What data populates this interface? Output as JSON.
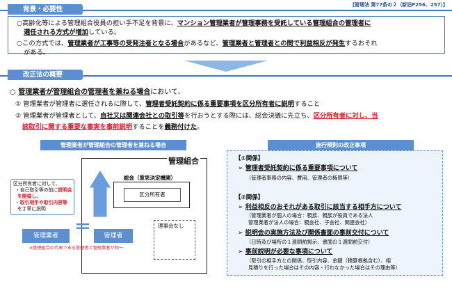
{
  "reference": "【管理法 第77条の２（新旧P256、257）】",
  "background": {
    "tag": "背景・必要性",
    "line1_a": "○高齢化等による管理組合役員の担い手不足を背景に、",
    "line1_b": "マンション管理業者が管理事務を受託している管理組合の管理者に",
    "line2_a": "選任される方式が増加",
    "line2_b": "している。",
    "line3_a": "○この方式では、",
    "line3_b": "管理業者が工事等の受発注者となる場合",
    "line3_c": "があるなど、",
    "line3_d": "管理業者と管理者との間で利益相反が発生",
    "line3_e": "するおそれ",
    "line4": "がある。"
  },
  "revision": {
    "tag": "改正法の概要",
    "l1_a": "○ ",
    "l1_b": "管理業者が管理組合の管理者を兼ねる場合",
    "l1_c": "において、",
    "l2_a": "① 管理業者が管理者に選任されるに際して、",
    "l2_b": "管理者受託契約に係る重要事項を区分所有者に説明",
    "l2_c": "すること",
    "l3_a": "② 管理業者が管理者として、",
    "l3_b": "自社又は関連会社との取引等",
    "l3_c": "を行おうとする際には、総会決議に先立ち、",
    "l3_d": "区分所有者に対し、当",
    "l4_a": "該取引に関する重要な事実を事前説明",
    "l4_b": "することを",
    "l4_c": "義務付けた",
    "l4_d": "。"
  },
  "diagram": {
    "title": "管理業者が管理組合の管理者を兼ねる場合",
    "org_label": "管理組合",
    "assembly_label": "総会（意思決定機関）",
    "owners_label": "区分所有者",
    "board_label": "理事会なし",
    "note_1": "区分所有者に対して、",
    "note_2a": "・自己取引等の前に",
    "note_2b": "説明会",
    "note_3": "を開催し、",
    "note_4": "・取引相手や取引内容等",
    "note_5": "を丁寧に説明",
    "company_label": "管理業者",
    "equals": "＝",
    "manager_label": "管理者",
    "footnote": "※管理組合の代表である管理者と管理業者が同一"
  },
  "rules": {
    "title": "施行規則の改正事項",
    "s1_head": "【①関係】",
    "s1_item": "管理者受託契約に係る重要事項について",
    "s1_sub": "（管理者事務の内容、費用、管理者の権限等）",
    "s2_head": "【②関係】",
    "s2_item1": "利益相反のおそれがある取引に該当する相手方について",
    "s2_sub1a": "（管理業者が個人の場合：親族、親族が役員である法人",
    "s2_sub1b": "管理業者が法人の場合：親会社、子会社、関連会社）",
    "s2_item2": "説明会の実施方法及び関係書面の事前交付について",
    "s2_sub2": "（日時及び場所の１週間前掲示、書面の１週間前交付）",
    "s2_item3": "事前説明が必要な事項について",
    "s2_sub3a": "（取引の相手方との関係、取引内容、金額（積算根拠含む）、相",
    "s2_sub3b": "見積りを行った場合はその内容・行わなかった場合はその理由等）"
  },
  "colors": {
    "accent": "#5b8fd2",
    "emphasis": "#d8202e"
  }
}
